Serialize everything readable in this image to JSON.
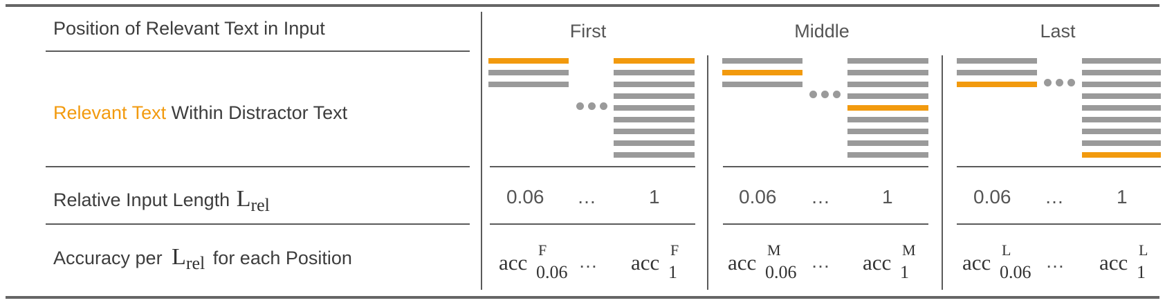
{
  "rows": {
    "position_label": "Position of Relevant Text in Input",
    "relevant_prefix": "Relevant Text",
    "relevant_suffix": "Within Distractor Text",
    "length_label": "Relative Input Length",
    "length_symbol": "L",
    "length_symbol_sub": "rel",
    "accuracy_prefix": "Accuracy per",
    "accuracy_suffix": "for each Position"
  },
  "columns": [
    {
      "title": "First",
      "min_len": "0.06",
      "ellipsis": "…",
      "max_len": "1",
      "acc_base": "acc",
      "acc_sup": "F",
      "acc_sub_min": "0.06",
      "acc_sub_max": "1"
    },
    {
      "title": "Middle",
      "min_len": "0.06",
      "ellipsis": "…",
      "max_len": "1",
      "acc_base": "acc",
      "acc_sup": "M",
      "acc_sub_min": "0.06",
      "acc_sub_max": "1"
    },
    {
      "title": "Last",
      "min_len": "0.06",
      "ellipsis": "…",
      "max_len": "1",
      "acc_base": "acc",
      "acc_sup": "L",
      "acc_sub_min": "0.06",
      "acc_sub_max": "1"
    }
  ],
  "colors": {
    "relevant": "#F29A0E",
    "distractor": "#9A9A9A",
    "rules": "#5A5A5A"
  },
  "icons": {
    "ellipsis_dots": "three-dots-icon",
    "text_lines": "text-lines-icon"
  }
}
